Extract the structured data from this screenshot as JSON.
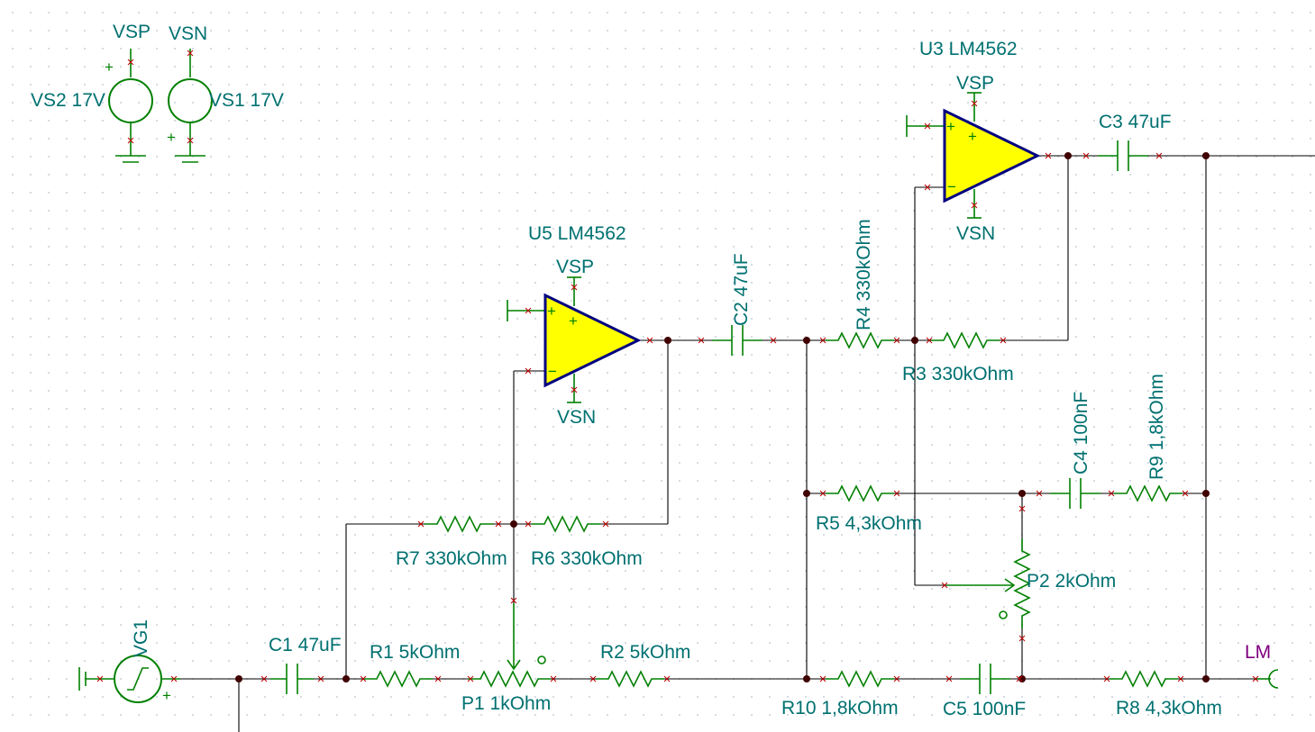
{
  "sources": {
    "vs2": {
      "label": "VS2 17V",
      "rail": "VSP"
    },
    "vs1": {
      "label": "VS1 17V",
      "rail": "VSN"
    },
    "vg1": {
      "label": "VG1"
    }
  },
  "opamps": {
    "u5": {
      "label": "U5 LM4562",
      "vsp": "VSP",
      "vsn": "VSN"
    },
    "u3": {
      "label": "U3 LM4562",
      "vsp": "VSP",
      "vsn": "VSN"
    }
  },
  "components": {
    "c1": "C1 47uF",
    "c2": "C2 47uF",
    "c3": "C3 47uF",
    "c4": "C4 100nF",
    "c5": "C5 100nF",
    "r1": "R1 5kOhm",
    "r2": "R2 5kOhm",
    "r3": "R3 330kOhm",
    "r4": "R4 330kOhm",
    "r5": "R5 4,3kOhm",
    "r6": "R6 330kOhm",
    "r7": "R7 330kOhm",
    "r8": "R8 4,3kOhm",
    "r9": "R9 1,8kOhm",
    "r10": "R10 1,8kOhm",
    "p1": "P1 1kOhm",
    "p2": "P2 2kOhm"
  },
  "net_labels": {
    "lm": "LM"
  },
  "symbols": {
    "plus": "+",
    "minus": "−"
  },
  "colors": {
    "wire": "#000000",
    "component": "#008000",
    "opamp_fill": "#ffff00",
    "opamp_stroke": "#000080",
    "label_text": "#007070",
    "net_label": "#800080"
  }
}
